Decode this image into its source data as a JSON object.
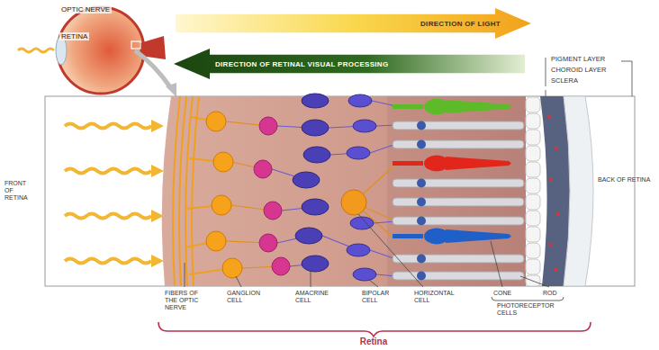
{
  "diagram": {
    "nodes": [
      {
        "text": [
          "DIRECTION OF LIGHT"
        ]
      },
      {
        "text": [
          "DIRECTION OF RETINAL VISUAL PROCESSING"
        ]
      }
    ],
    "labels": [
      "OPTIC NERVE",
      "RETINA",
      "PIGMENT LAYER",
      "CHOROID LAYER",
      "SCLERA",
      "FRONT OF RETINA",
      "BACK OF RETINA",
      "FIBERS OF THE OPTIC NERVE",
      "GANGLION CELL",
      "AMACRINE CELL",
      "BIPOLAR CELL",
      "HORIZONTAL CELL",
      "CONE",
      "ROD",
      "PHOTORECEPTOR CELLS",
      "Retina"
    ]
  }
}
